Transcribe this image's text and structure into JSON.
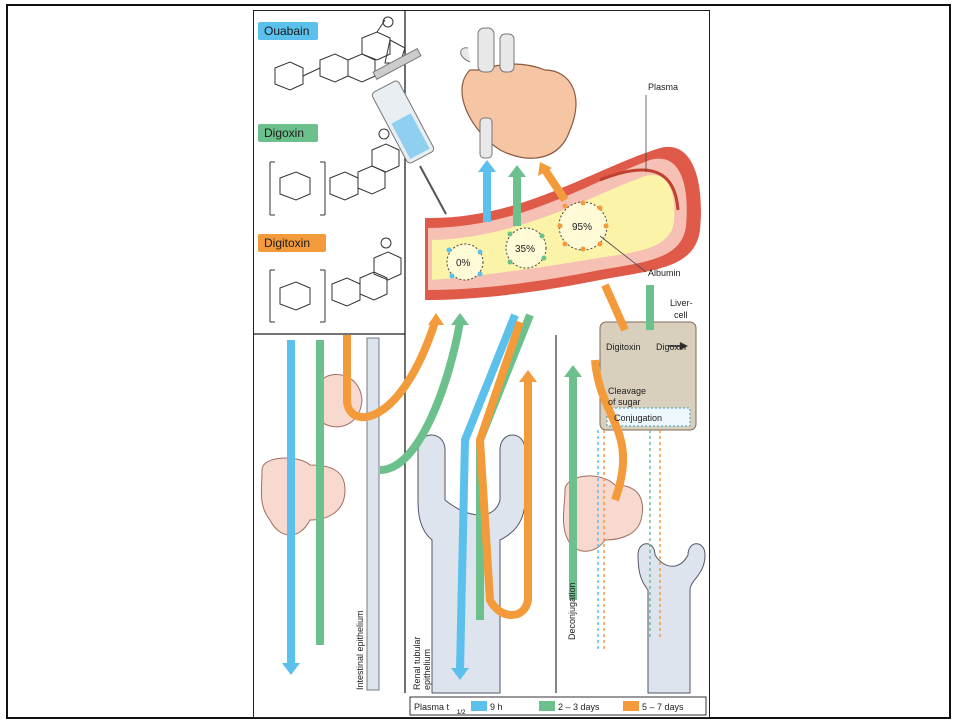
{
  "compounds": {
    "ouabain": {
      "name": "Ouabain",
      "color": "#5bc0eb"
    },
    "digoxin": {
      "name": "Digoxin",
      "color": "#6cc08b"
    },
    "digitoxin": {
      "name": "Digitoxin",
      "color": "#f39a3a"
    }
  },
  "binding": {
    "ouabain": "0%",
    "digoxin": "35%",
    "digitoxin": "95%"
  },
  "labels": {
    "plasma": "Plasma",
    "albumin": "Albumin",
    "liver_cell_line1": "Liver-",
    "liver_cell_line2": "cell",
    "digitoxin_arrow": "Digitoxin",
    "digoxin_arrow": "Digoxin",
    "cleavage_line1": "Cleavage",
    "cleavage_line2": "of sugar",
    "conjugation": "Conjugation",
    "intestinal_epithelium": "Intestinal epithelium",
    "renal_line1": "Renal tubular",
    "renal_line2": "epithelium",
    "deconjugation": "Deconjugation"
  },
  "legend": {
    "title": "Plasma t",
    "subscript": "1/2",
    "items": [
      {
        "label": "9 h",
        "color": "#5bc0eb"
      },
      {
        "label": "2 – 3 days",
        "color": "#6cc08b"
      },
      {
        "label": "5 – 7 days",
        "color": "#f39a3a"
      }
    ]
  }
}
